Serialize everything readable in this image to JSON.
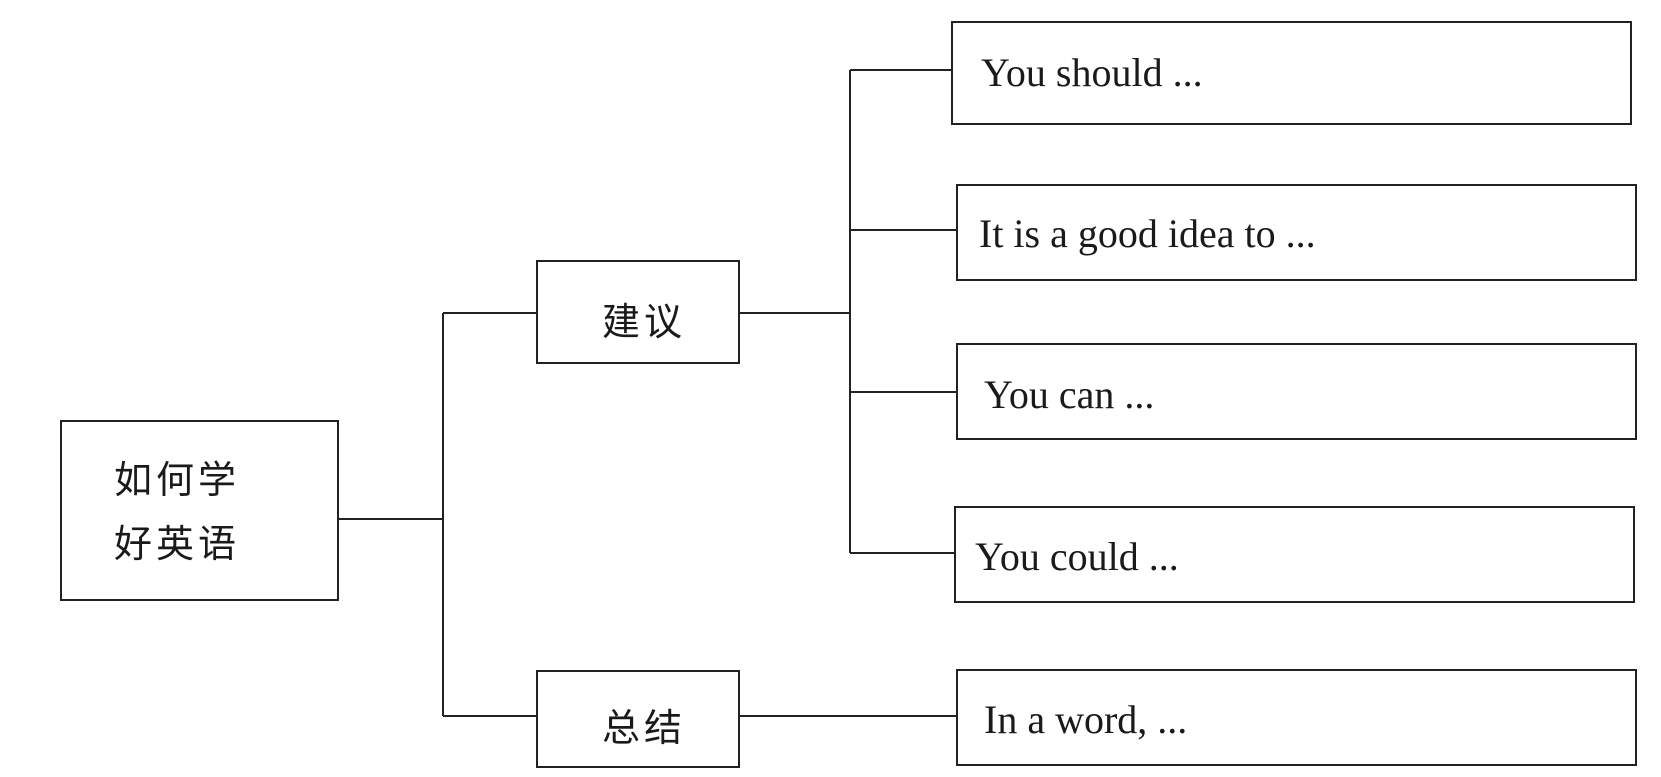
{
  "root": {
    "lines": [
      "如何学",
      "好英语"
    ]
  },
  "branches": {
    "suggest": {
      "label": "建议",
      "items": [
        "You should ...",
        "It is a good idea to ...",
        "You can ...",
        "You could ..."
      ]
    },
    "summary": {
      "label": "总结",
      "items": [
        "In a word, ..."
      ]
    }
  },
  "colors": {
    "line": "#222222",
    "text": "#1a1a1a",
    "background": "#ffffff"
  }
}
